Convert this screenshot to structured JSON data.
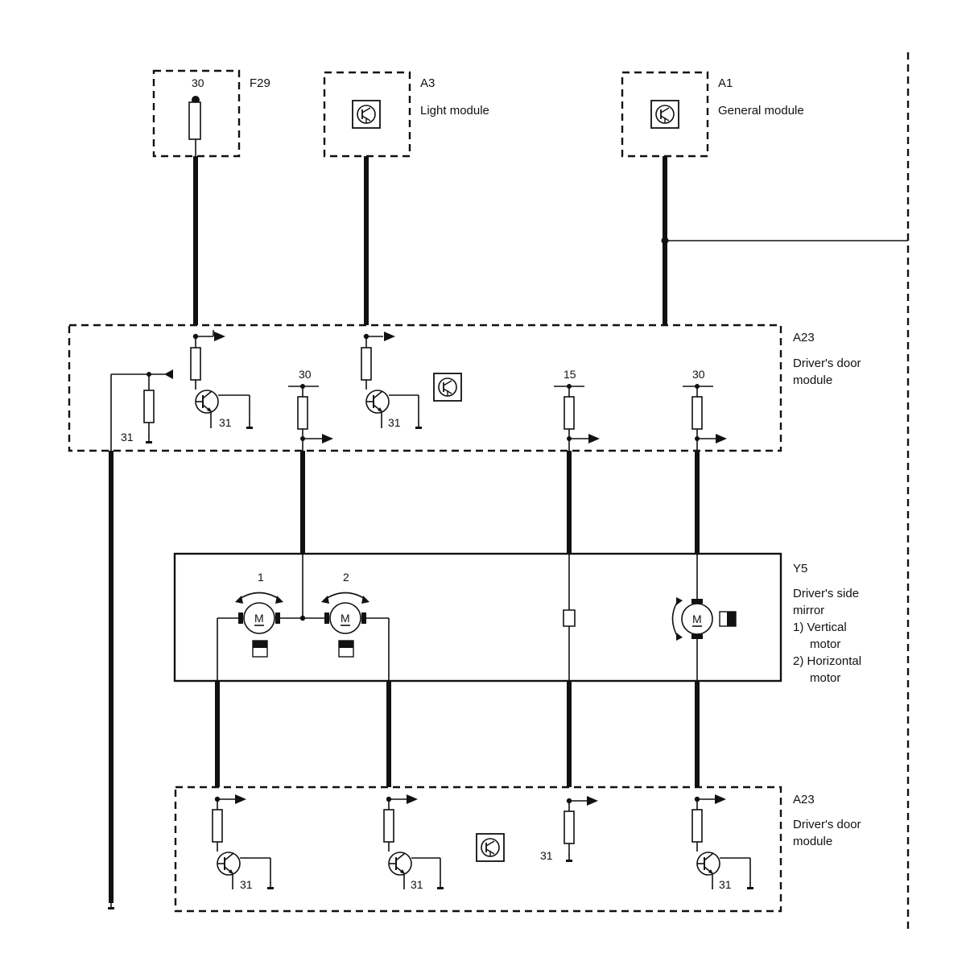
{
  "f29": {
    "id": "F29",
    "terminal": "30"
  },
  "a3": {
    "id": "A3",
    "name": "Light module"
  },
  "a1": {
    "id": "A1",
    "name": "General module"
  },
  "a23_top": {
    "id": "A23",
    "name_line1": "Driver's door",
    "name_line2": "module",
    "ground": "31",
    "terminals": [
      "30",
      "15",
      "30"
    ]
  },
  "y5": {
    "id": "Y5",
    "name_line1": "Driver's side",
    "name_line2": "mirror",
    "item1": "1)  Vertical",
    "item1b": "motor",
    "item2": "2)  Horizontal",
    "item2b": "motor",
    "motor1_num": "1",
    "motor2_num": "2",
    "motor_letter": "M"
  },
  "a23_bottom": {
    "id": "A23",
    "name_line1": "Driver's door",
    "name_line2": "module",
    "ground": "31"
  }
}
